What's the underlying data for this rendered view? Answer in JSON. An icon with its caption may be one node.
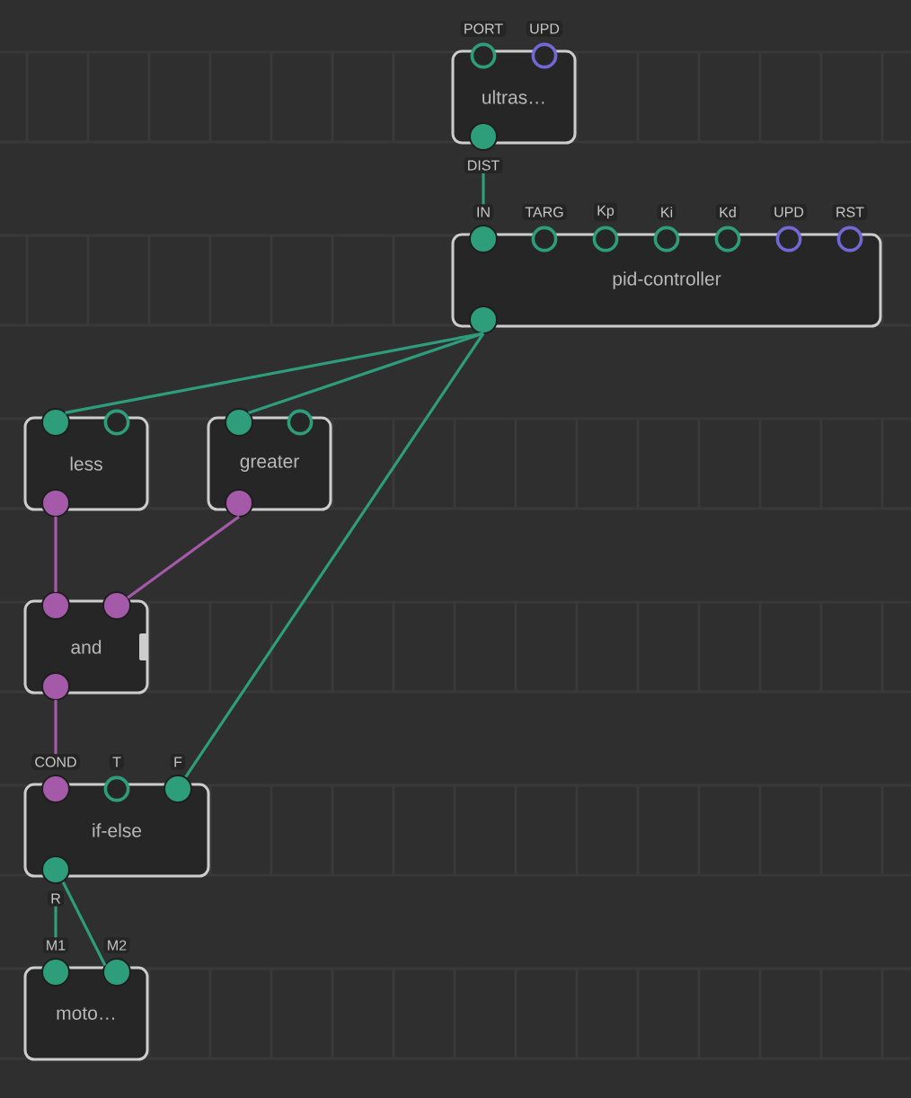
{
  "diagram": {
    "nodes": [
      {
        "text": [
          "ultras…"
        ]
      },
      {
        "text": [
          "PORT"
        ]
      },
      {
        "text": [
          "UPD"
        ]
      },
      {
        "text": [
          "DIST"
        ]
      },
      {
        "text": [
          "pid-controller"
        ]
      },
      {
        "text": [
          "IN"
        ]
      },
      {
        "text": [
          "TARG"
        ]
      },
      {
        "text": [
          "Kp"
        ]
      },
      {
        "text": [
          "Ki"
        ]
      },
      {
        "text": [
          "Kd"
        ]
      },
      {
        "text": [
          "UPD"
        ]
      },
      {
        "text": [
          "RST"
        ]
      },
      {
        "text": [],
        "shape": "circle"
      },
      {
        "text": [
          "less"
        ]
      },
      {
        "text": [],
        "shape": "circle"
      },
      {
        "text": [],
        "shape": "circle"
      },
      {
        "text": [],
        "shape": "circle"
      },
      {
        "text": [
          "greater"
        ]
      },
      {
        "text": [],
        "shape": "circle"
      },
      {
        "text": [],
        "shape": "circle"
      },
      {
        "text": [],
        "shape": "circle"
      },
      {
        "text": [
          "and"
        ]
      },
      {
        "text": [],
        "shape": "circle"
      },
      {
        "text": [],
        "shape": "circle"
      },
      {
        "text": [],
        "shape": "circle"
      },
      {
        "text": [
          "if-else"
        ]
      },
      {
        "text": [
          "COND"
        ]
      },
      {
        "text": [
          "T"
        ]
      },
      {
        "text": [
          "F"
        ]
      },
      {
        "text": [
          "R"
        ]
      },
      {
        "text": [
          "moto…"
        ]
      },
      {
        "text": [
          "M1"
        ]
      },
      {
        "text": [
          "M2"
        ]
      }
    ],
    "edges": [
      {
        "from": 3,
        "to": 5,
        "arrow": "none"
      },
      {
        "from": 12,
        "to": 14,
        "arrow": "none"
      },
      {
        "from": 12,
        "to": 18,
        "arrow": "none"
      },
      {
        "from": 12,
        "to": 28,
        "arrow": "none"
      },
      {
        "from": 16,
        "to": 22,
        "arrow": "none",
        "color": "#a45aa8"
      },
      {
        "from": 20,
        "to": 23,
        "arrow": "none",
        "color": "#a45aa8"
      },
      {
        "from": 24,
        "to": 26,
        "arrow": "none",
        "color": "#a45aa8"
      },
      {
        "from": 29,
        "to": 31,
        "arrow": "none"
      },
      {
        "from": 29,
        "to": 32,
        "arrow": "none"
      }
    ]
  }
}
